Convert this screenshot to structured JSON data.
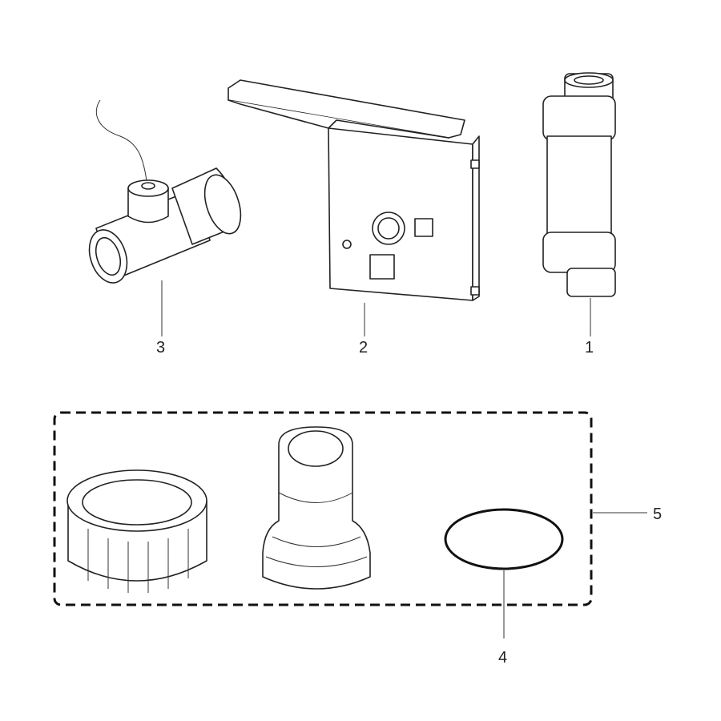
{
  "callouts": {
    "part1": "1",
    "part2": "2",
    "part3": "3",
    "part4": "4",
    "part5": "5"
  }
}
